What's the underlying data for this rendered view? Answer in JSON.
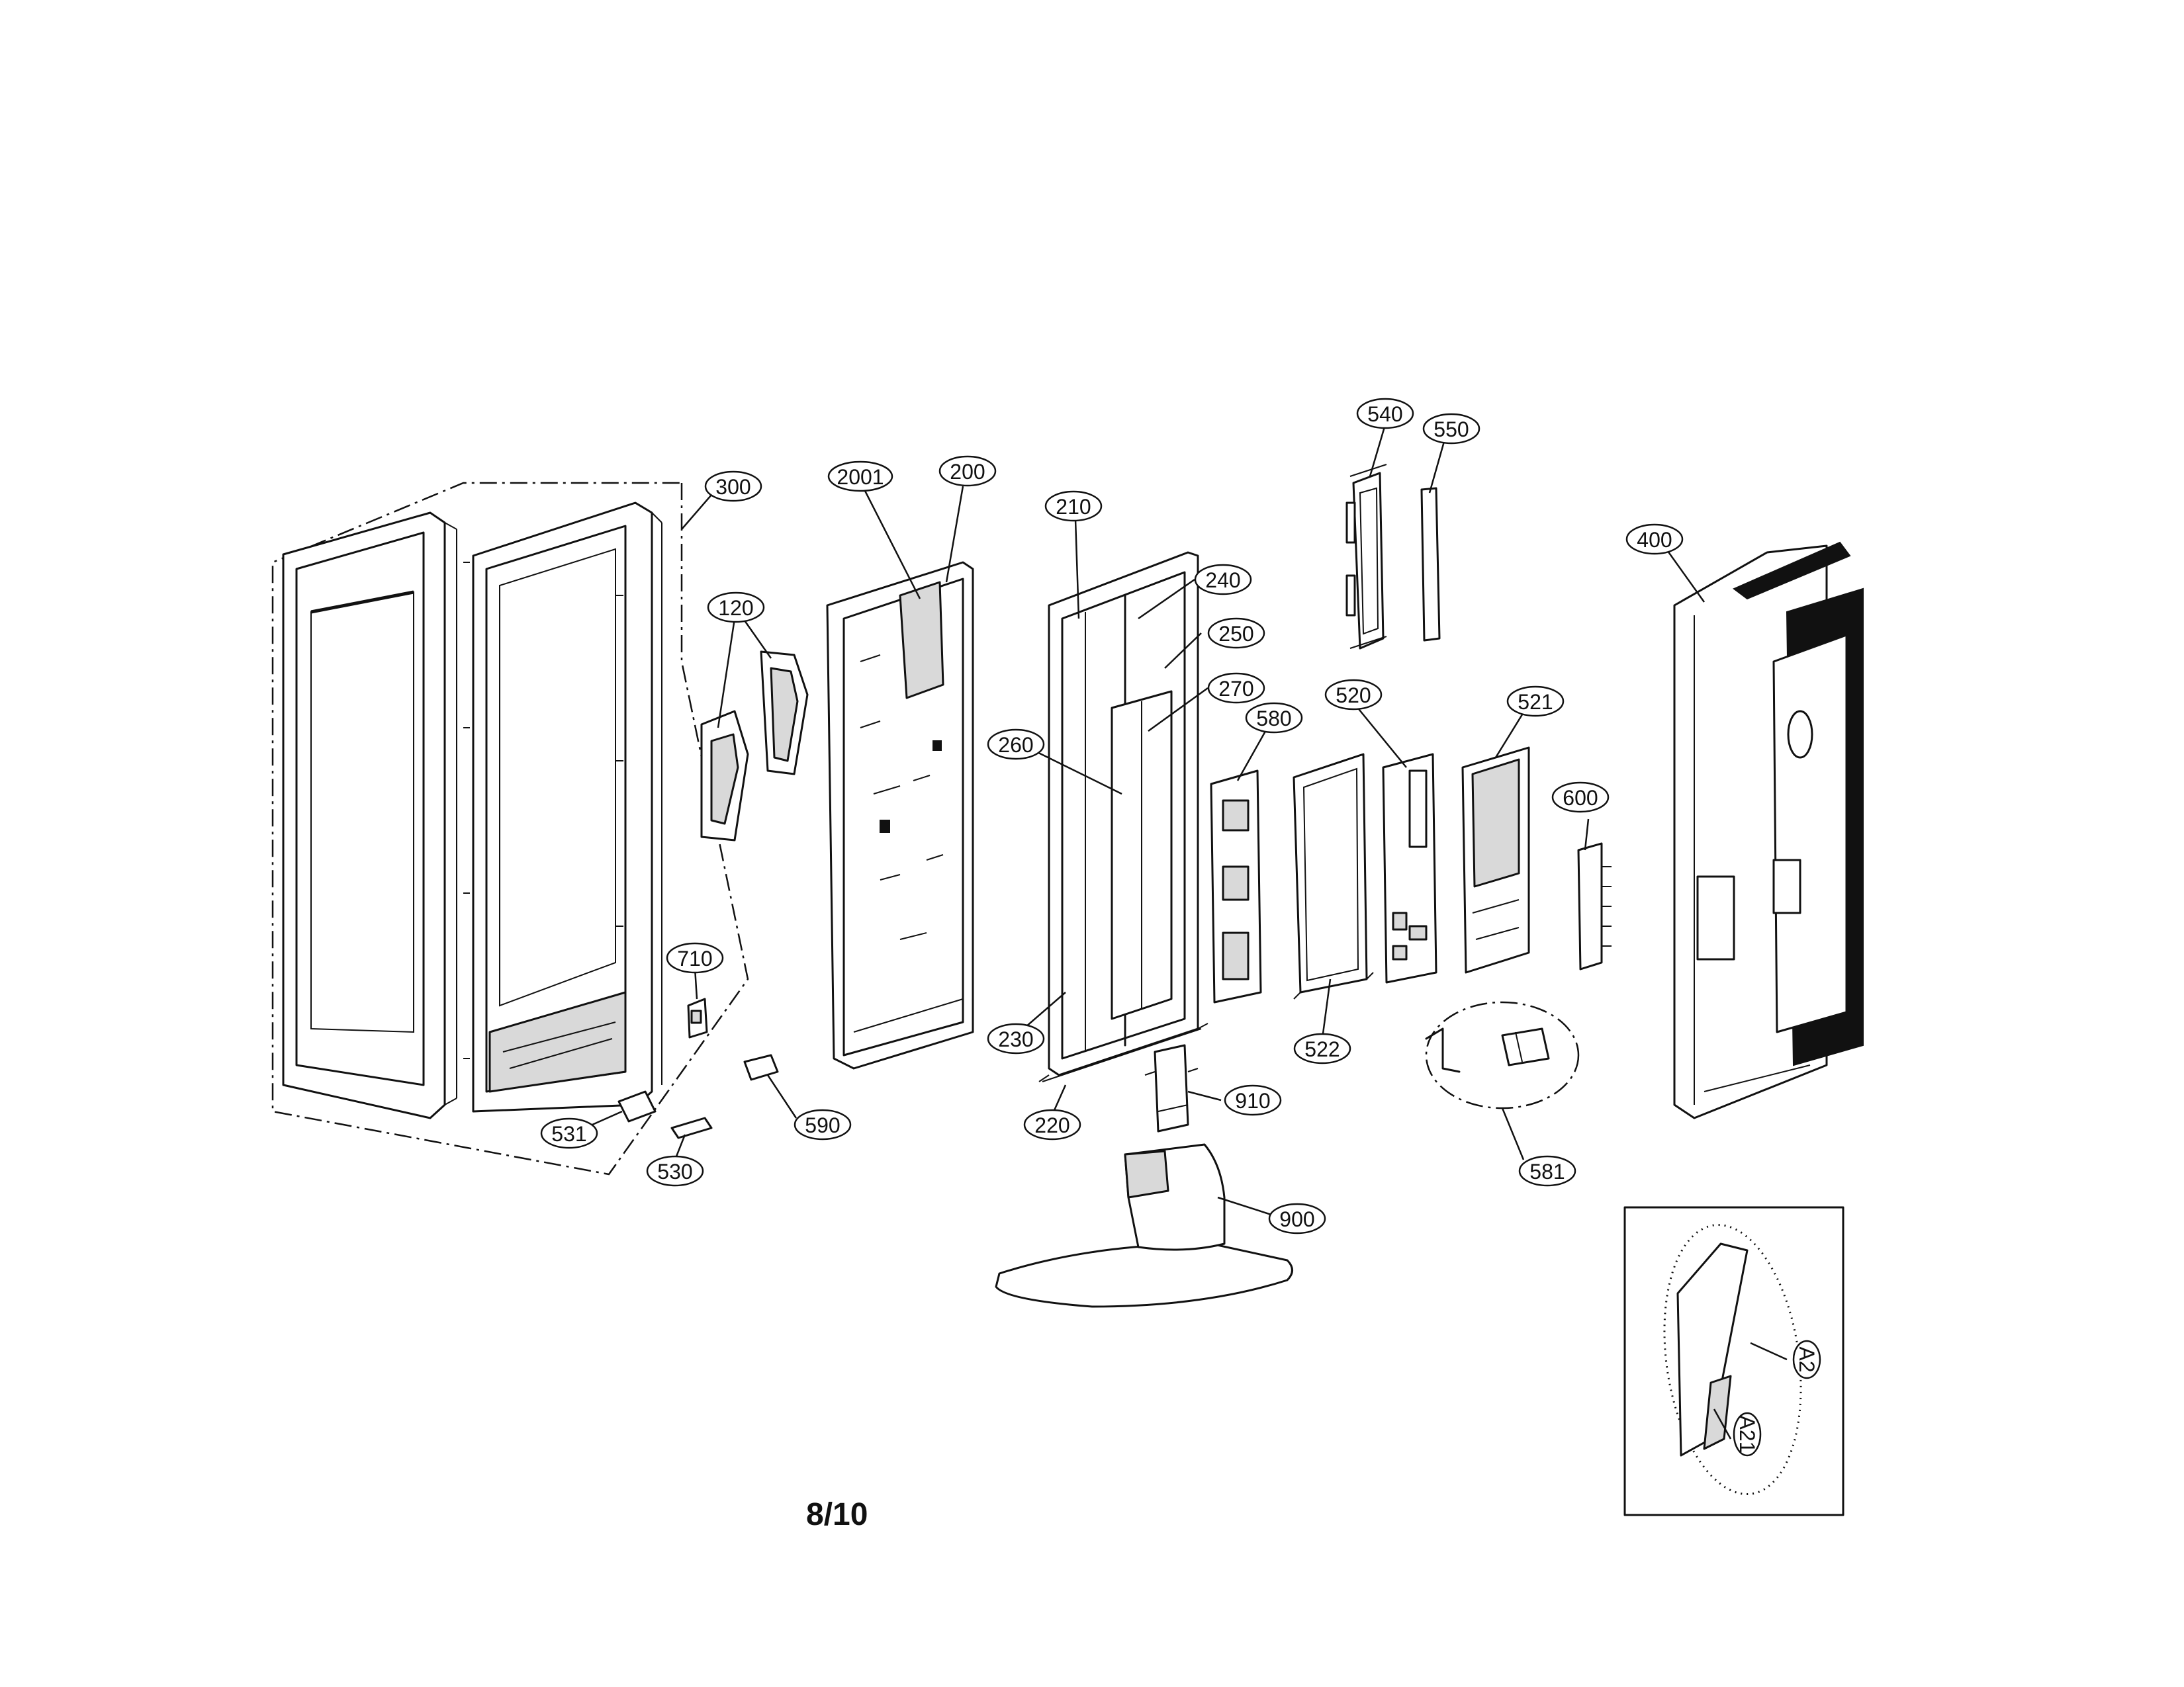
{
  "parts": [
    {
      "id": "p300",
      "label": "300"
    },
    {
      "id": "p120",
      "label": "120"
    },
    {
      "id": "p2001",
      "label": "2001"
    },
    {
      "id": "p200",
      "label": "200"
    },
    {
      "id": "p210",
      "label": "210"
    },
    {
      "id": "p240",
      "label": "240"
    },
    {
      "id": "p250",
      "label": "250"
    },
    {
      "id": "p270",
      "label": "270"
    },
    {
      "id": "p260",
      "label": "260"
    },
    {
      "id": "p230",
      "label": "230"
    },
    {
      "id": "p220",
      "label": "220"
    },
    {
      "id": "p540",
      "label": "540"
    },
    {
      "id": "p550",
      "label": "550"
    },
    {
      "id": "p580",
      "label": "580"
    },
    {
      "id": "p520",
      "label": "520"
    },
    {
      "id": "p521",
      "label": "521"
    },
    {
      "id": "p522",
      "label": "522"
    },
    {
      "id": "p600",
      "label": "600"
    },
    {
      "id": "p400",
      "label": "400"
    },
    {
      "id": "p710",
      "label": "710"
    },
    {
      "id": "p531",
      "label": "531"
    },
    {
      "id": "p530",
      "label": "530"
    },
    {
      "id": "p590",
      "label": "590"
    },
    {
      "id": "p910",
      "label": "910"
    },
    {
      "id": "p900",
      "label": "900"
    },
    {
      "id": "p581",
      "label": "581"
    },
    {
      "id": "pA2",
      "label": "A2"
    },
    {
      "id": "pA21",
      "label": "A21"
    }
  ],
  "page_number": "8/10"
}
